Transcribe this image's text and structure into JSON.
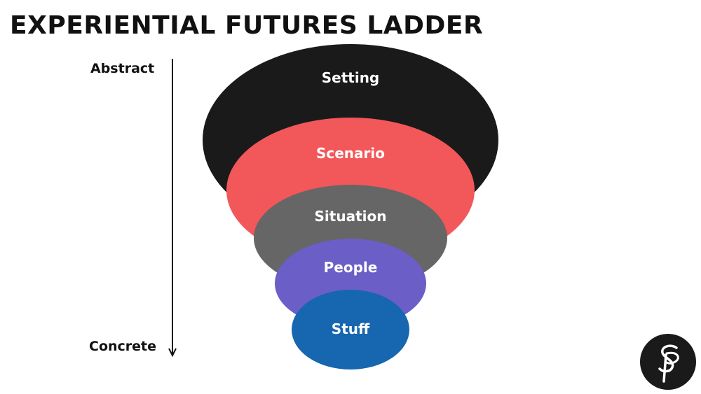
{
  "title": "EXPERIENTIAL FUTURES LADDER",
  "axis": {
    "top_label": "Abstract",
    "bottom_label": "Concrete"
  },
  "levels": [
    {
      "label": "Setting",
      "color": "#1a1a1a"
    },
    {
      "label": "Scenario",
      "color": "#f25759"
    },
    {
      "label": "Situation",
      "color": "#666666"
    },
    {
      "label": "People",
      "color": "#6b5ec6"
    },
    {
      "label": "Stuff",
      "color": "#1666b0"
    }
  ],
  "logo": {
    "icon": "sp-monogram-icon",
    "color": "#1a1a1a"
  }
}
